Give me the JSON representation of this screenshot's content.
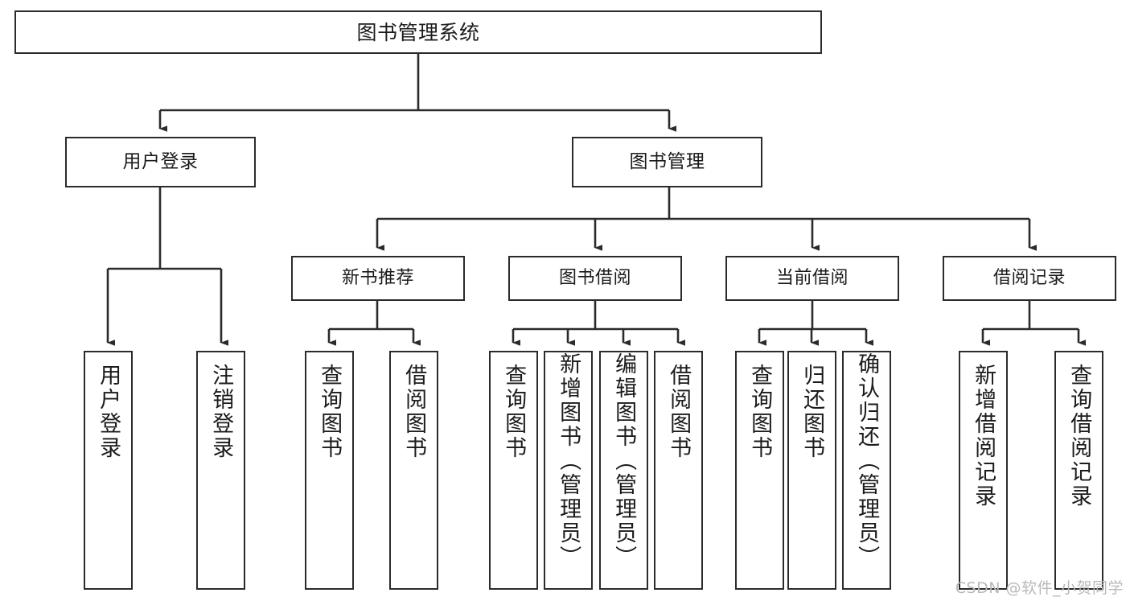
{
  "diagram": {
    "title": "图书管理系统",
    "root": {
      "id": "root",
      "label": "图书管理系统"
    },
    "level1": [
      {
        "id": "user-login",
        "label": "用户登录"
      },
      {
        "id": "book-manage",
        "label": "图书管理"
      }
    ],
    "level2": [
      {
        "id": "new-book-recommend",
        "label": "新书推荐"
      },
      {
        "id": "book-borrow",
        "label": "图书借阅"
      },
      {
        "id": "current-borrow",
        "label": "当前借阅"
      },
      {
        "id": "borrow-record",
        "label": "借阅记录"
      }
    ],
    "leaves": {
      "user_login": [
        {
          "id": "leaf-user-login",
          "label": "用户登录"
        },
        {
          "id": "leaf-logout-login",
          "label": "注销登录"
        }
      ],
      "new_book_recommend": [
        {
          "id": "leaf-query-book-1",
          "label": "查询图书"
        },
        {
          "id": "leaf-borrow-book-1",
          "label": "借阅图书"
        }
      ],
      "book_borrow": [
        {
          "id": "leaf-query-book-2",
          "label": "查询图书"
        },
        {
          "id": "leaf-add-book",
          "label": "新增图书（管理员）"
        },
        {
          "id": "leaf-edit-book",
          "label": "编辑图书（管理员）"
        },
        {
          "id": "leaf-borrow-book-2",
          "label": "借阅图书"
        }
      ],
      "current_borrow": [
        {
          "id": "leaf-query-book-3",
          "label": "查询图书"
        },
        {
          "id": "leaf-return-book",
          "label": "归还图书"
        },
        {
          "id": "leaf-confirm-return",
          "label": "确认归还（管理员）"
        }
      ],
      "borrow_record": [
        {
          "id": "leaf-add-record",
          "label": "新增借阅记录"
        },
        {
          "id": "leaf-query-record",
          "label": "查询借阅记录"
        }
      ]
    },
    "watermark": "CSDN @软件_小贺同学",
    "colors": {
      "stroke": "#2b2b2b",
      "background": "#ffffff",
      "text": "#1b1b1b",
      "watermark": "#b9b9b9"
    }
  }
}
